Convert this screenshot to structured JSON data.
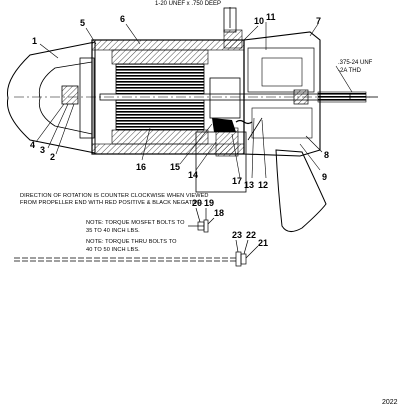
{
  "top_callout": "1-20 UNEF x .750 DEEP",
  "thread_callout": {
    "line1": ".375-24 UNF",
    "line2": "-2A THD"
  },
  "parts": [
    "1",
    "2",
    "3",
    "4",
    "5",
    "6",
    "7",
    "8",
    "9",
    "10",
    "11",
    "12",
    "13",
    "14",
    "15",
    "16",
    "17",
    "18",
    "19",
    "20",
    "21",
    "22",
    "23"
  ],
  "rotation_note": {
    "line1": "DIRECTION OF ROTATION IS COUNTER CLOCKWISE WHEN VIEWED",
    "line2": "FROM PROPELLER END WITH RED POSITIVE & BLACK NEGATIVE."
  },
  "mosfet_note": {
    "line1": "NOTE: TORQUE MOSFET BOLTS TO",
    "line2": "35 TO 40 INCH LBS."
  },
  "thru_note": {
    "line1": "NOTE: TORQUE THRU BOLTS TO",
    "line2": "40 TO 50 INCH LBS."
  },
  "drawing_ref": "2022"
}
